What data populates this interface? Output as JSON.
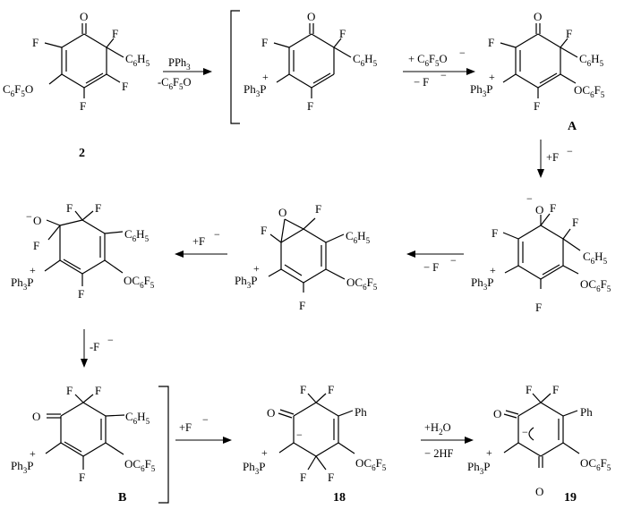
{
  "scheme": {
    "compounds": {
      "c2": {
        "number": "2",
        "atoms": [
          "O",
          "F",
          "F",
          "F",
          "F",
          "C6H5",
          "C6F5O"
        ]
      },
      "cInt": {
        "atoms": [
          "O",
          "F",
          "F",
          "F",
          "C6H5",
          "Ph3P"
        ]
      },
      "cA": {
        "number": "A",
        "atoms": [
          "O",
          "F",
          "F",
          "F",
          "C6H5",
          "OC6F5",
          "Ph3P"
        ]
      },
      "cOx": {
        "atoms": [
          "O",
          "F",
          "F",
          "F",
          "C6H5",
          "OC6F5",
          "Ph3P"
        ]
      },
      "cEp": {
        "atoms": [
          "O",
          "F",
          "F",
          "C6H5",
          "OC6F5",
          "Ph3P",
          "F"
        ]
      },
      "cAlk": {
        "atoms": [
          "O",
          "F",
          "F",
          "F",
          "F",
          "C6H5",
          "OC6F5",
          "Ph3P"
        ]
      },
      "cB": {
        "number": "B",
        "atoms": [
          "O",
          "F",
          "F",
          "C6H5",
          "OC6F5",
          "Ph3P",
          "F"
        ]
      },
      "c18": {
        "number": "18",
        "atoms": [
          "O",
          "F",
          "F",
          "F",
          "F",
          "Ph",
          "OC6F5",
          "Ph3P"
        ]
      },
      "c19": {
        "number": "19",
        "atoms": [
          "O",
          "F",
          "F",
          "Ph",
          "OC6F5",
          "Ph3P",
          "O"
        ]
      }
    },
    "arrows": {
      "a1": {
        "above": "PPh3",
        "below": "-C6F5O"
      },
      "a2": {
        "above": "+ C6F5O",
        "below": "− F"
      },
      "a3": {
        "side": "+F"
      },
      "a4": {
        "below": "− F"
      },
      "a5": {
        "above": "+F"
      },
      "a6": {
        "side": "-F"
      },
      "a7": {
        "above": "+F"
      },
      "a8": {
        "above": "+H2O",
        "below": "− 2HF"
      }
    },
    "charges": {
      "minus": "−",
      "plus": "+"
    }
  }
}
